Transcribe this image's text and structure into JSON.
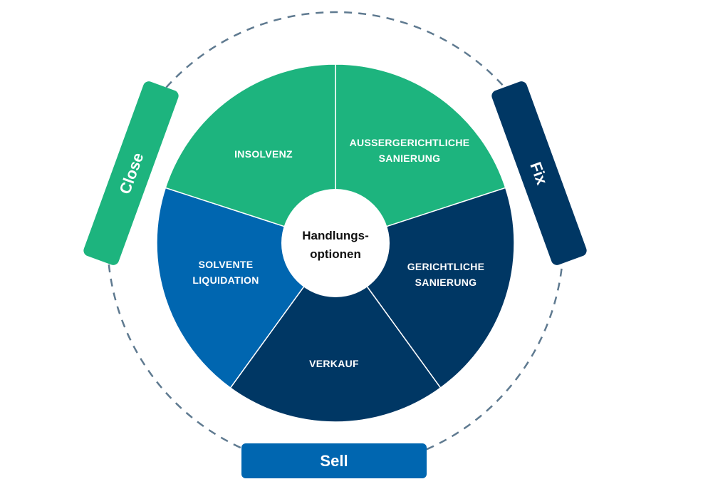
{
  "center": {
    "line1": "Handlungs-",
    "line2": "optionen"
  },
  "segments": [
    {
      "id": "insolvenz",
      "lines": [
        "INSOLVENZ"
      ],
      "color": "#1db47e",
      "start": -90,
      "end": -18
    },
    {
      "id": "aussergerichtliche-sanierung",
      "lines": [
        "AUSSERGERICHTLICHE",
        "SANIERUNG"
      ],
      "color": "#003764",
      "start": 0,
      "end": 72
    },
    {
      "id": "gerichtliche-sanierung",
      "lines": [
        "GERICHTLICHE",
        "SANIERUNG"
      ],
      "color": "#003764",
      "start": 72,
      "end": 144
    },
    {
      "id": "verkauf",
      "lines": [
        "VERKAUF"
      ],
      "color": "#0066b0",
      "start": 144,
      "end": 216
    },
    {
      "id": "solvente-liquidation",
      "lines": [
        "SOLVENTE",
        "LIQUIDATION"
      ],
      "color": "#1db47e",
      "start": 216,
      "end": 288
    }
  ],
  "tags": {
    "close": {
      "label": "Close",
      "color": "#1db47e"
    },
    "fix": {
      "label": "Fix",
      "color": "#003764"
    },
    "sell": {
      "label": "Sell",
      "color": "#0066b0"
    }
  },
  "colors": {
    "ring": "#5f7a90",
    "divider": "#ffffff",
    "center_fill": "#ffffff"
  }
}
